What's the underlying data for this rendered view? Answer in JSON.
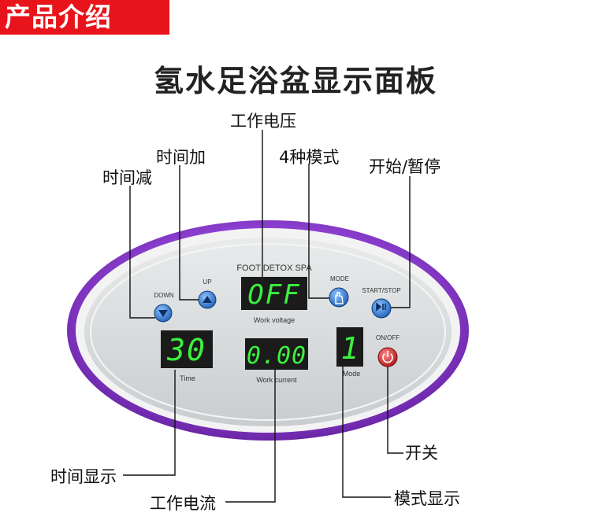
{
  "banner": {
    "text": "产品介绍",
    "color": "#e8141b"
  },
  "title": "氢水足浴盆显示面板",
  "callouts": {
    "work_voltage": "工作电压",
    "time_up": "时间加",
    "time_down": "时间减",
    "four_modes": "4种模式",
    "start_pause": "开始/暂停",
    "power_switch": "开关",
    "time_display": "时间显示",
    "work_current": "工作电流",
    "mode_display": "模式显示"
  },
  "panel": {
    "brand": "FOOT DETOX SPA",
    "down_label": "DOWN",
    "up_label": "UP",
    "mode_label": "MODE",
    "start_stop_label": "START/STOP",
    "on_off_label": "ON/OFF",
    "voltage_display": "OFF",
    "voltage_caption": "Work voltage",
    "time_display": "30",
    "time_caption": "Time",
    "current_display": "0.00",
    "current_caption": "Work current",
    "mode_display": "1",
    "mode_caption": "Mode"
  },
  "colors": {
    "shell": "#8a3fc2",
    "face": "#d9dcdd",
    "lcd": "#1b1b1b",
    "segment": "#3af23e",
    "button_blue": "#2f7fd6",
    "button_red": "#d62a2a"
  },
  "icons": [
    "down-arrow-icon",
    "up-arrow-icon",
    "hand-icon",
    "play-pause-icon",
    "power-icon"
  ]
}
